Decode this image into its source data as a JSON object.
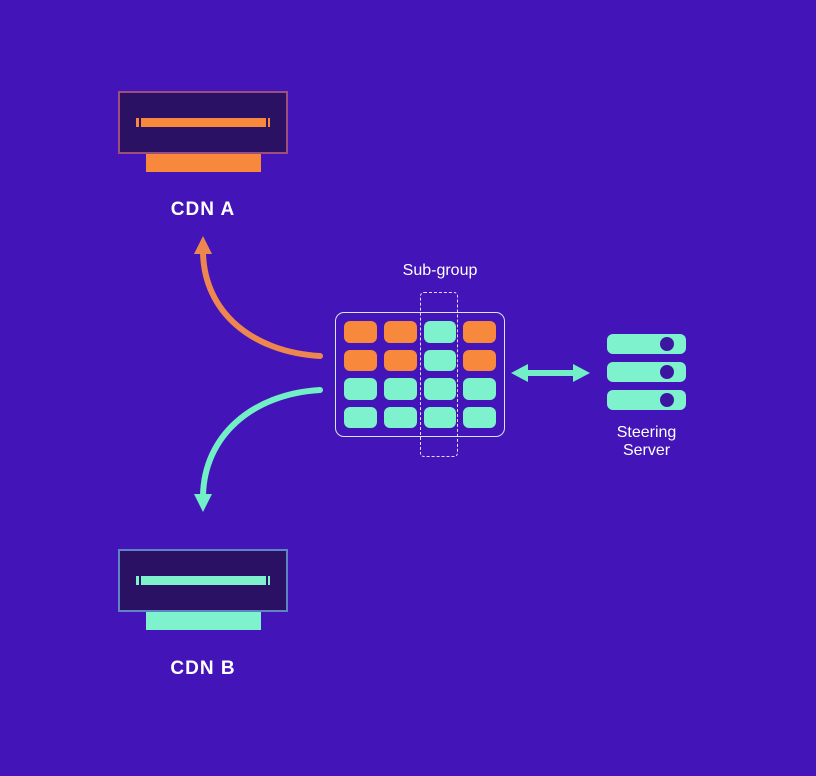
{
  "colors": {
    "background": "#4314B8",
    "navy": "#2B1164",
    "orange": "#F8883C",
    "orange_arrow": "#EE8650",
    "teal": "#7DF2CC",
    "teal_arrow": "#72EFC7",
    "cdn_a_border": "#9C4E7C",
    "cdn_b_border": "#6084C3",
    "grid_border": "#D6E4F8",
    "server_dot": "#3C16A0",
    "text": "#FFFFFF"
  },
  "nodes": {
    "cdn_a": {
      "label": "CDN A"
    },
    "cdn_b": {
      "label": "CDN B"
    },
    "steering_server": {
      "label_line1": "Steering",
      "label_line2": "Server"
    },
    "subgroup": {
      "label": "Sub-group"
    }
  },
  "grid": {
    "rows": 4,
    "cols": 4,
    "cells": [
      [
        "orange",
        "orange",
        "teal",
        "orange"
      ],
      [
        "orange",
        "orange",
        "teal",
        "orange"
      ],
      [
        "teal",
        "teal",
        "teal",
        "teal"
      ],
      [
        "teal",
        "teal",
        "teal",
        "teal"
      ]
    ],
    "subgroup_column_index": 2
  }
}
